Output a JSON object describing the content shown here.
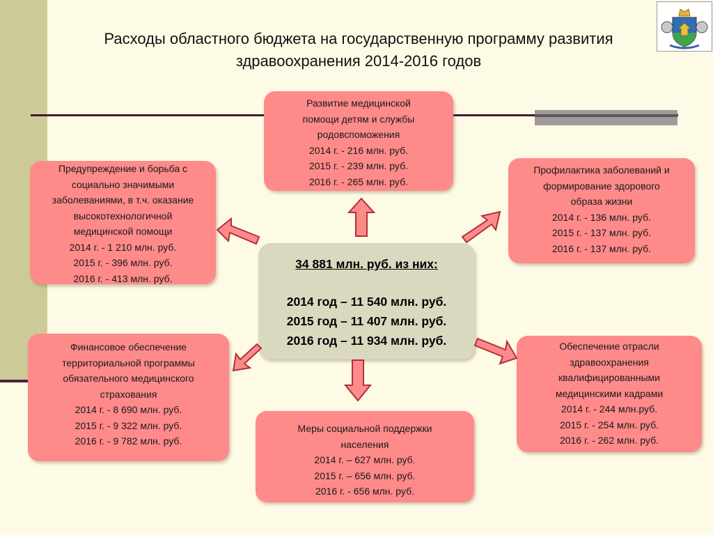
{
  "title": {
    "line1": "Расходы областного бюджета на государственную программу развития",
    "line2": "здравоохранения 2014-2016 годов"
  },
  "center": {
    "total": "34 881 млн. руб. из них:",
    "y2014": "2014 год – 11 540 млн. руб.",
    "y2015": "2015 год – 11 407 млн. руб.",
    "y2016": "2016 год – 11 934 млн. руб."
  },
  "boxes": {
    "top": {
      "lines": [
        "Развитие медицинской",
        "помощи детям и службы",
        "родовспоможения"
      ],
      "y2014": "2014 г. -  216 млн. руб.",
      "y2015": "2015 г. -  239 млн. руб.",
      "y2016": "2016 г. -  265 млн. руб."
    },
    "left_top": {
      "lines": [
        "Предупреждение и борьба с",
        "социально значимыми",
        "заболеваниями, в т.ч. оказание",
        "высокотехнологичной",
        "медицинской помощи"
      ],
      "y2014": "2014 г. -  1 210 млн. руб.",
      "y2015": "2015 г. -  396 млн. руб.",
      "y2016": "2016 г. -  413 млн. руб."
    },
    "right_top": {
      "lines": [
        "Профилактика заболеваний и",
        "формирование здорового",
        "образа жизни"
      ],
      "y2014": "2014 г. -  136 млн. руб.",
      "y2015": "2015 г. -  137 млн. руб.",
      "y2016": "2016 г. -  137 млн. руб."
    },
    "left_bottom": {
      "lines": [
        "Финансовое обеспечение",
        "территориальной программы",
        "обязательного медицинского",
        "страхования"
      ],
      "y2014": "2014 г. -  8 690 млн. руб.",
      "y2015": "2015 г. -  9 322 млн. руб.",
      "y2016": "2016 г. -  9 782 млн. руб."
    },
    "right_bottom": {
      "lines": [
        "Обеспечение отрасли",
        "здравоохранения",
        "квалифицированными",
        "медицинскими кадрами"
      ],
      "y2014": "2014 г. -  244 млн.руб.",
      "y2015": "2015 г. -  254 млн. руб.",
      "y2016": "2016 г. -  262 млн. руб."
    },
    "bottom": {
      "lines": [
        "Меры социальной поддержки",
        "населения"
      ],
      "y2014": "2014 г. – 627 млн. руб.",
      "y2015": "2015 г. – 656 млн. руб.",
      "y2016": "2016 г. -  656 млн. руб."
    }
  },
  "colors": {
    "box_fill": "#ff8a8a",
    "center_fill": "#dad9c0",
    "arrow_fill": "#ff8a8a",
    "arrow_stroke": "#b0303a"
  }
}
